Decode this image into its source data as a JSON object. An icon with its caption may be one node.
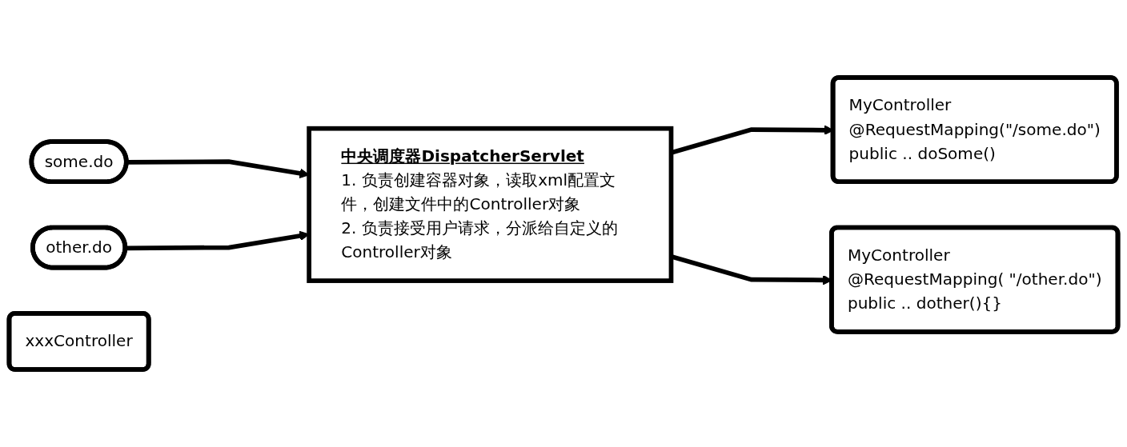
{
  "diagram": {
    "nodes": [
      {
        "text": [
          "some.do"
        ]
      },
      {
        "text": [
          "other.do"
        ]
      },
      {
        "text": [
          "中央调度器DispatcherServlet",
          "1. 负责创建容器对象，读取xml配置文件，创建文件中的Controller对象",
          "2. 负责接受用户请求，分派给自定义的Controller对象"
        ]
      },
      {
        "text": [
          "MyController",
          "@RequestMapping(\"/some.do\")",
          "public .. doSome()"
        ]
      },
      {
        "text": [
          "MyController",
          "@RequestMapping( \"/other.do\")",
          "public .. dother(){}"
        ]
      },
      {
        "text": [
          "xxxController"
        ]
      }
    ],
    "edges": [
      {
        "from": 0,
        "to": 2,
        "arrow": "to"
      },
      {
        "from": 1,
        "to": 2,
        "arrow": "to"
      },
      {
        "from": 2,
        "to": 3,
        "arrow": "to"
      },
      {
        "from": 2,
        "to": 4,
        "arrow": "to"
      }
    ]
  }
}
